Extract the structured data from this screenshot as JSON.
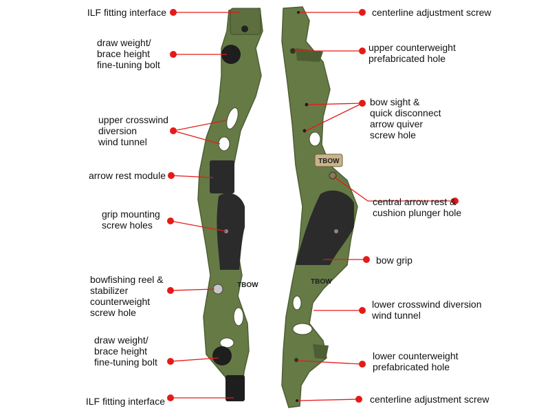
{
  "colors": {
    "riser": "#667a46",
    "riser_dark": "#4d5e33",
    "grip": "#2b2b2b",
    "leader": "#e41b17"
  },
  "brand": "TBOW",
  "left_labels": [
    {
      "id": "ilf-top",
      "lines": [
        "ILF fitting interface"
      ]
    },
    {
      "id": "bolt-top",
      "lines": [
        "draw weight/",
        "brace height",
        "fine-tuning bolt"
      ]
    },
    {
      "id": "upper-tunnel",
      "lines": [
        "upper crosswind",
        "diversion",
        "wind tunnel"
      ]
    },
    {
      "id": "arrow-rest",
      "lines": [
        "arrow rest module"
      ]
    },
    {
      "id": "grip-holes",
      "lines": [
        "grip mounting",
        "screw holes"
      ]
    },
    {
      "id": "bowfishing",
      "lines": [
        "bowfishing reel &",
        "stabilizer",
        "counterweight",
        "screw hole"
      ]
    },
    {
      "id": "bolt-bottom",
      "lines": [
        "draw weight/",
        "brace height",
        "fine-tuning bolt"
      ]
    },
    {
      "id": "ilf-bottom",
      "lines": [
        "ILF fitting interface"
      ]
    }
  ],
  "right_labels": [
    {
      "id": "centerline-top",
      "lines": [
        "centerline adjustment screw"
      ]
    },
    {
      "id": "upper-cw",
      "lines": [
        "upper counterweight",
        "prefabricated hole"
      ]
    },
    {
      "id": "sight",
      "lines": [
        "bow sight &",
        "quick disconnect",
        "arrow quiver",
        "screw hole"
      ]
    },
    {
      "id": "plunger",
      "lines": [
        "central arrow rest &",
        "cushion plunger hole"
      ]
    },
    {
      "id": "grip",
      "lines": [
        "bow grip"
      ]
    },
    {
      "id": "lower-tunnel",
      "lines": [
        "lower crosswind diversion",
        "wind tunnel"
      ]
    },
    {
      "id": "lower-cw",
      "lines": [
        "lower counterweight",
        "prefabricated hole"
      ]
    },
    {
      "id": "centerline-bottom",
      "lines": [
        "centerline adjustment screw"
      ]
    }
  ]
}
